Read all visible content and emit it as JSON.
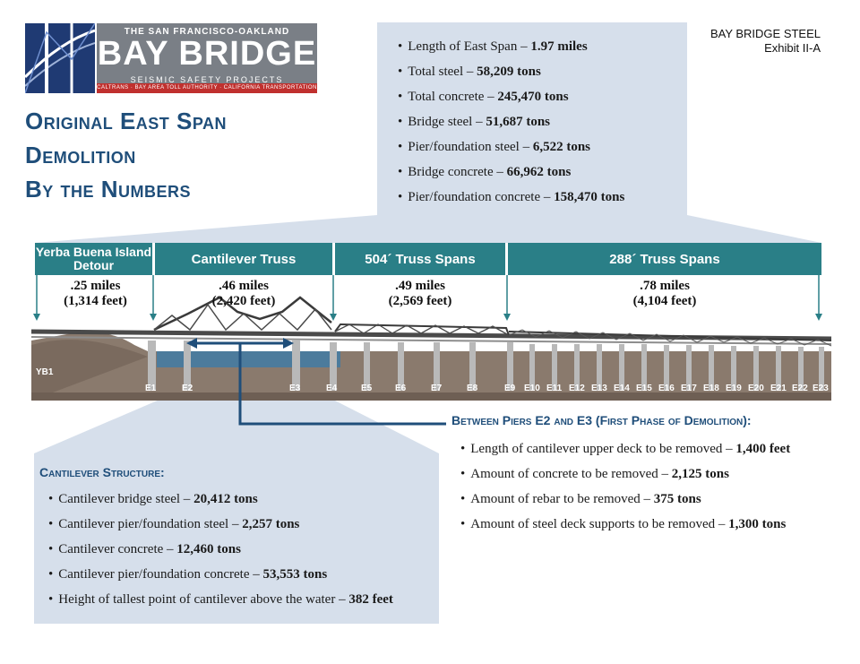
{
  "header": {
    "exhibit_title": "BAY BRIDGE STEEL",
    "exhibit_sub": "Exhibit II-A"
  },
  "logo": {
    "top": "THE SAN FRANCISCO-OAKLAND",
    "main": "BAY BRIDGE",
    "sub": "SEISMIC SAFETY PROJECTS",
    "agencies": "CALTRANS · BAY AREA TOLL AUTHORITY · CALIFORNIA TRANSPORTATION COMMISSION"
  },
  "title": {
    "line1": "Original East Span",
    "line2": "Demolition",
    "line3": "By the Numbers"
  },
  "totals": [
    {
      "label": "Length of East Span – ",
      "value": "1.97 miles"
    },
    {
      "label": "Total steel – ",
      "value": "58,209 tons"
    },
    {
      "label": "Total concrete – ",
      "value": "245,470 tons"
    },
    {
      "label": "Bridge steel – ",
      "value": "51,687 tons"
    },
    {
      "label": "Pier/foundation steel – ",
      "value": "6,522 tons"
    },
    {
      "label": "Bridge concrete – ",
      "value": "66,962 tons"
    },
    {
      "label": "Pier/foundation concrete – ",
      "value": "158,470 tons"
    }
  ],
  "spans": [
    {
      "name": "Yerba Buena Island Detour",
      "miles": ".25 miles",
      "feet": "(1,314 feet)"
    },
    {
      "name": "Cantilever Truss",
      "miles": ".46 miles",
      "feet": "(2,420 feet)"
    },
    {
      "name": "504´ Truss Spans",
      "miles": ".49 miles",
      "feet": "(2,569 feet)"
    },
    {
      "name": "288´ Truss Spans",
      "miles": ".78 miles",
      "feet": "(4,104 feet)"
    }
  ],
  "piers": {
    "yb1": "YB1",
    "labels": [
      "E1",
      "E2",
      "E3",
      "E4",
      "E5",
      "E6",
      "E7",
      "E8",
      "E9",
      "E10",
      "E11",
      "E12",
      "E13",
      "E14",
      "E15",
      "E16",
      "E17",
      "E18",
      "E19",
      "E20",
      "E21",
      "E22",
      "E23"
    ]
  },
  "cantilever": {
    "heading": "Cantilever Structure:",
    "items": [
      {
        "label": "Cantilever bridge steel – ",
        "value": "20,412 tons"
      },
      {
        "label": "Cantilever pier/foundation steel – ",
        "value": "2,257 tons"
      },
      {
        "label": "Cantilever concrete – ",
        "value": "12,460 tons"
      },
      {
        "label": "Cantilever pier/foundation concrete – ",
        "value": "53,553 tons"
      },
      {
        "label": "Height of tallest point of cantilever above the water – ",
        "value": "382 feet"
      }
    ]
  },
  "between_piers": {
    "heading": "Between Piers E2 and E3 (First Phase of Demolition):",
    "items": [
      {
        "label": "Length of cantilever upper deck to be removed – ",
        "value": "1,400 feet"
      },
      {
        "label": "Amount of concrete to be removed – ",
        "value": "2,125 tons"
      },
      {
        "label": "Amount of rebar to be removed – ",
        "value": "375 tons"
      },
      {
        "label": "Amount of steel deck supports to be removed – ",
        "value": "1,300 tons"
      }
    ]
  },
  "colors": {
    "teal": "#2a7f87",
    "navy": "#1f4e7a",
    "panel": "#d6dfeb",
    "red": "#c0302e"
  }
}
